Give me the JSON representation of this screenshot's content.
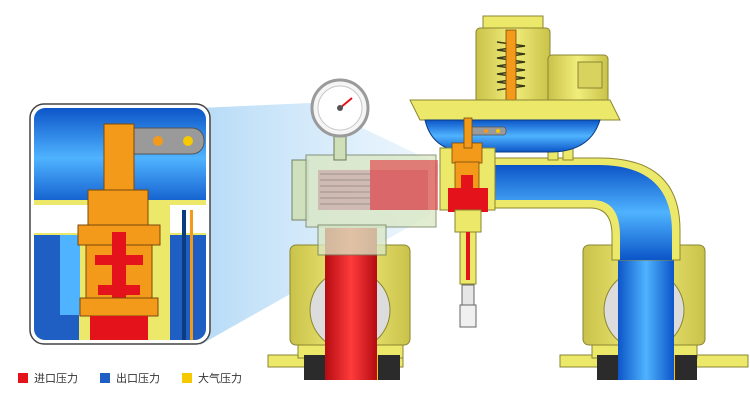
{
  "colors": {
    "inlet": "#e3121b",
    "outlet": "#1f5fc4",
    "atmospheric": "#f6c800",
    "body": "#ece86a",
    "body_edge": "#8a8630",
    "pipe_blue_light": "#3aa0ff",
    "pipe_blue_dark": "#0c55c8",
    "inner_orange": "#f39a1b",
    "gray": "#9a9a9a"
  },
  "legend": [
    {
      "label": "进口压力",
      "color": "#e3121b"
    },
    {
      "label": "出口压力",
      "color": "#1f5fc4"
    },
    {
      "label": "大气压力",
      "color": "#f6c800"
    }
  ],
  "icons": {
    "gauge": "pressure-gauge-icon",
    "spring": "spring-icon"
  }
}
